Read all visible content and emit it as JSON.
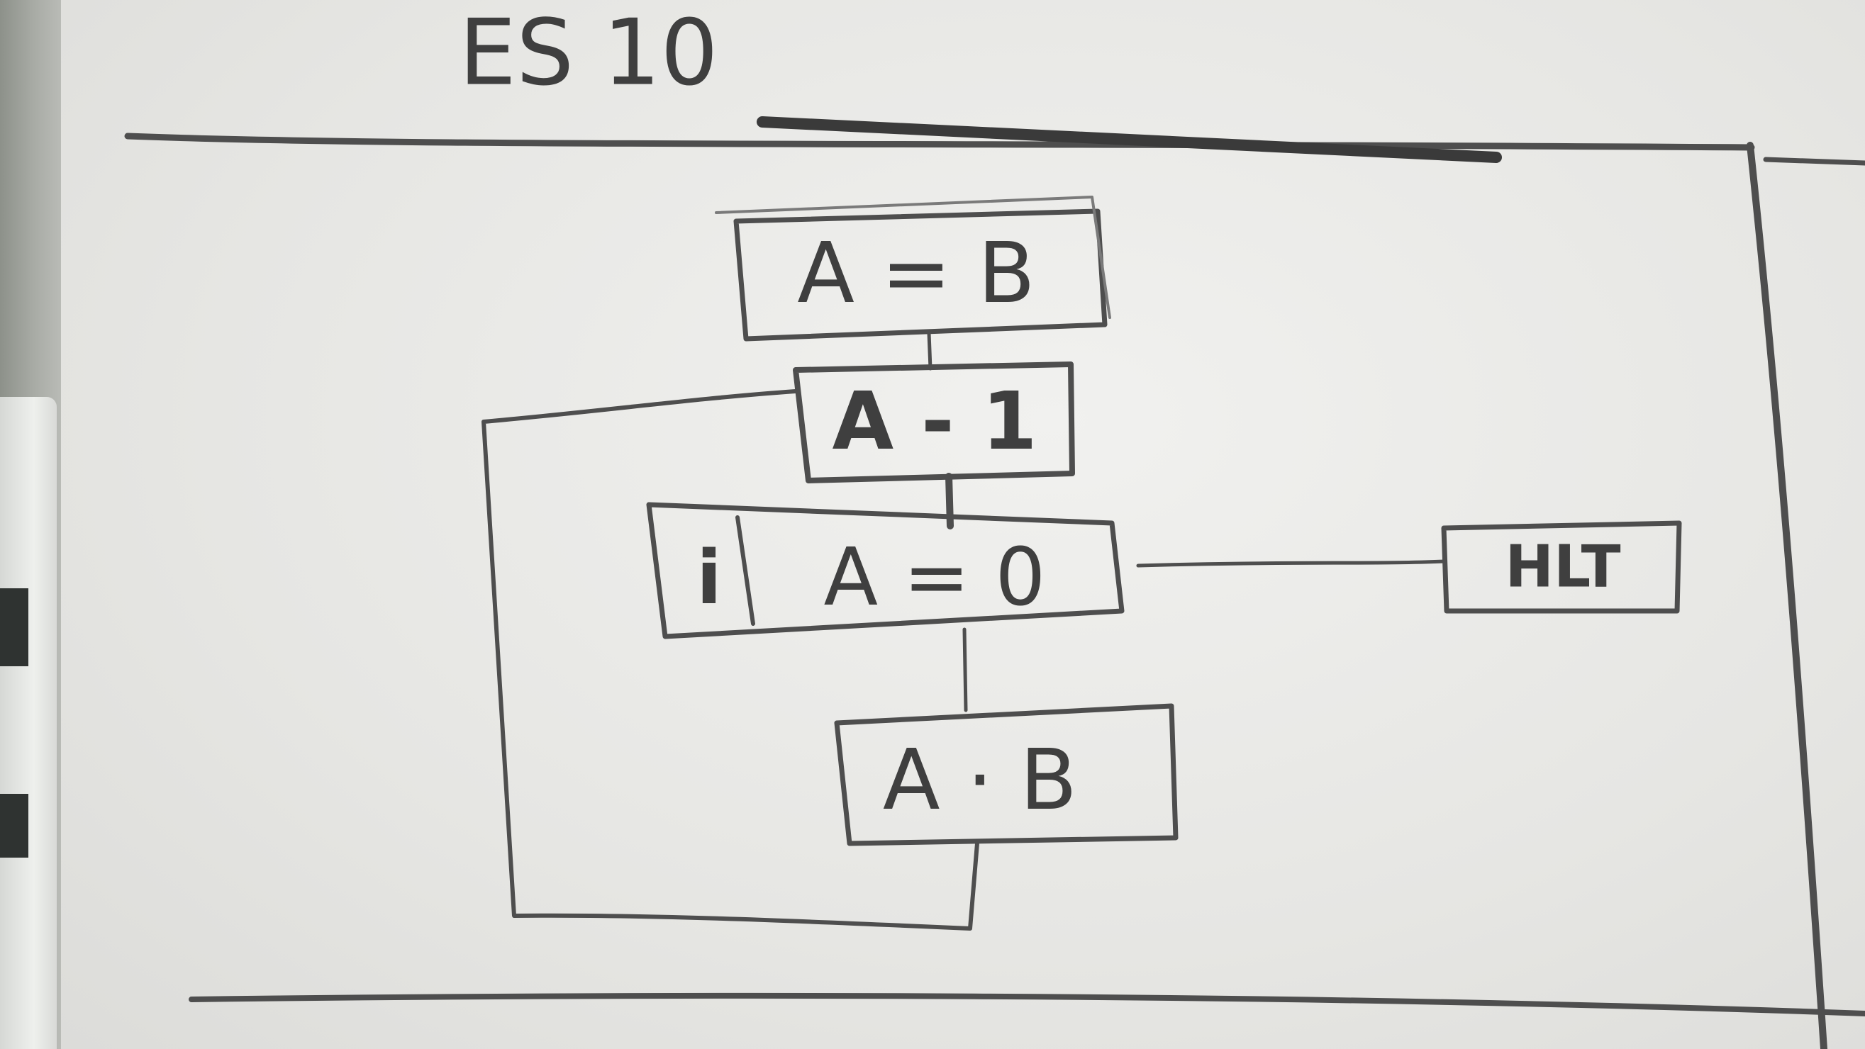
{
  "title": "ES 10",
  "nodes": {
    "assign": "A = B",
    "decrement": "A - 1",
    "if_prefix": "i",
    "condition": "A = 0",
    "multiply": "A · B",
    "halt": "HLT"
  },
  "colors": {
    "pencil": "#4e4e4e",
    "paper": "#eaeae8"
  }
}
